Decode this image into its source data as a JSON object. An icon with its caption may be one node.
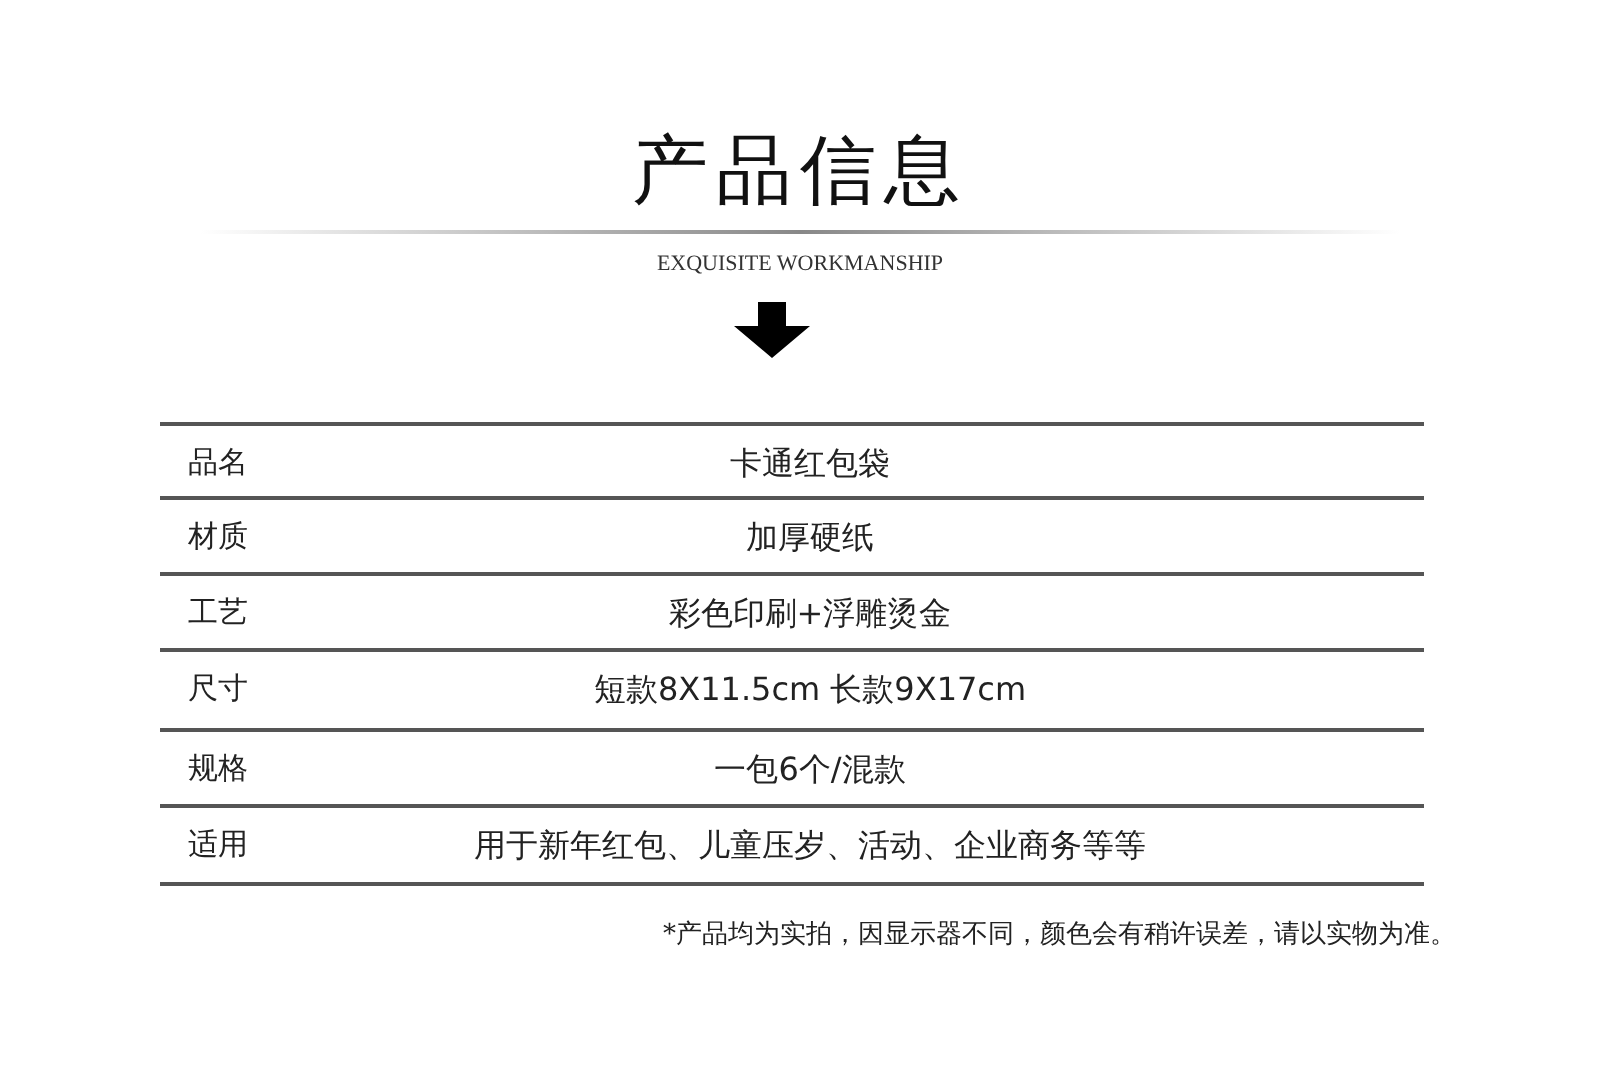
{
  "diagram": {
    "title": "产品信息",
    "labels": [
      "EXQUISITE WORKMANSHIP",
      "品名",
      "卡通红包袋",
      "材质",
      "加厚硬纸",
      "工艺",
      "彩色印刷+浮雕烫金",
      "尺寸",
      "短款8X11.5cm 长款9X17cm",
      "规格",
      "一包6个/混款",
      "适用",
      "用于新年红包、儿童压岁、活动、企业商务等等",
      "*产品均为实拍，因显示器不同，颜色会有稍许误差，请以实物为准。"
    ]
  }
}
